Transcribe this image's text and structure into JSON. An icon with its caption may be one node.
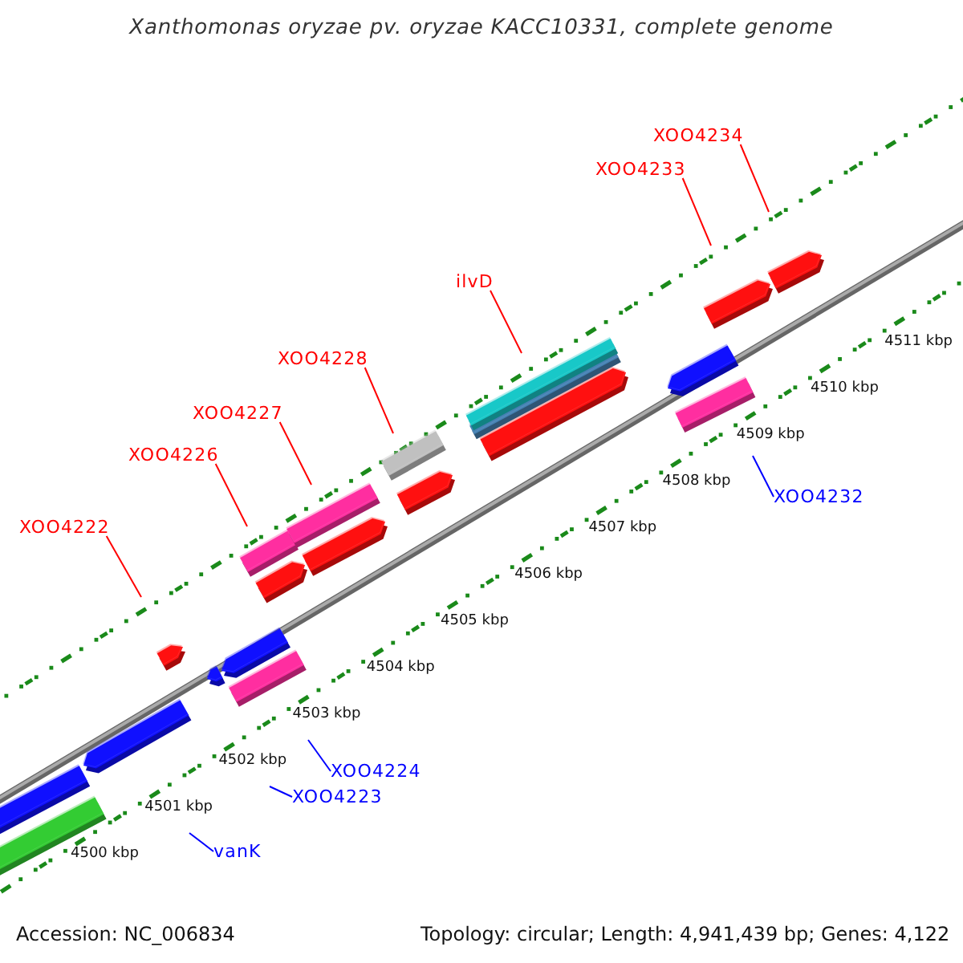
{
  "diagram": {
    "title": "Xanthomonas oryzae pv. oryzae KACC10331, complete genome",
    "nodes": [
      {
        "text": [
          "XOO4234"
        ]
      },
      {
        "text": [
          "XOO4233"
        ]
      },
      {
        "text": [
          "ilvD"
        ]
      },
      {
        "text": [
          "XOO4228"
        ]
      },
      {
        "text": [
          "XOO4227"
        ]
      },
      {
        "text": [
          "XOO4226"
        ]
      },
      {
        "text": [
          "XOO4222"
        ]
      },
      {
        "text": [
          "XOO4232"
        ]
      },
      {
        "text": [
          "XOO4224"
        ]
      },
      {
        "text": [
          "XOO4223"
        ]
      },
      {
        "text": [
          "vanK"
        ]
      }
    ],
    "edges": [
      {
        "from": 0,
        "to": null,
        "arrow": "none"
      },
      {
        "from": 1,
        "to": null,
        "arrow": "none"
      },
      {
        "from": 2,
        "to": null,
        "arrow": "none"
      },
      {
        "from": 3,
        "to": null,
        "arrow": "none"
      },
      {
        "from": 4,
        "to": null,
        "arrow": "none"
      },
      {
        "from": 5,
        "to": null,
        "arrow": "none"
      },
      {
        "from": 6,
        "to": null,
        "arrow": "none"
      },
      {
        "from": 7,
        "to": null,
        "arrow": "none",
        "color": "#0000ff"
      },
      {
        "from": 8,
        "to": null,
        "arrow": "none",
        "color": "#0000ff"
      },
      {
        "from": 9,
        "to": null,
        "arrow": "none",
        "color": "#0000ff"
      },
      {
        "from": 10,
        "to": null,
        "arrow": "none",
        "color": "#0000ff"
      }
    ],
    "labels": [
      "4500 kbp",
      "4501 kbp",
      "4502 kbp",
      "4503 kbp",
      "4504 kbp",
      "4505 kbp",
      "4506 kbp",
      "4507 kbp",
      "4508 kbp",
      "4509 kbp",
      "4510 kbp",
      "4511 kbp",
      "Accession: NC_006834",
      "Topology: circular; Length: 4,941,439 bp; Genes: 4,122"
    ]
  }
}
